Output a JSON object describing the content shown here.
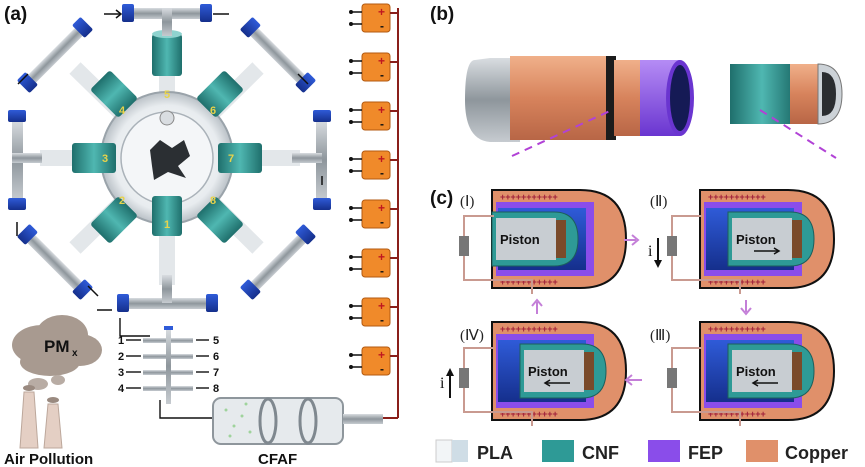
{
  "panels": {
    "a": "(a)",
    "b": "(b)",
    "c": "(c)"
  },
  "rotor_numbers": [
    "1",
    "2",
    "3",
    "4",
    "5",
    "6",
    "7",
    "8"
  ],
  "manifold": {
    "left_numbers": [
      "1",
      "2",
      "3",
      "4"
    ],
    "right_numbers": [
      "5",
      "6",
      "7",
      "8"
    ]
  },
  "cloud_label": "PM",
  "cloud_sub": "x",
  "air_pollution_label": "Air Pollution",
  "cfaf_label": "CFAF",
  "stages": {
    "s1": "(Ⅰ)",
    "s2": "(Ⅱ)",
    "s3": "(Ⅲ)",
    "s4": "(Ⅳ)"
  },
  "piston_label": "Piston",
  "current_label": "i",
  "legend": [
    {
      "label": "PLA",
      "color": "#d5e3ea"
    },
    {
      "label": "CNF",
      "color": "#2e9a96"
    },
    {
      "label": "FEP",
      "color": "#8a4dea"
    },
    {
      "label": "Copper",
      "color": "#e0906a"
    }
  ]
}
